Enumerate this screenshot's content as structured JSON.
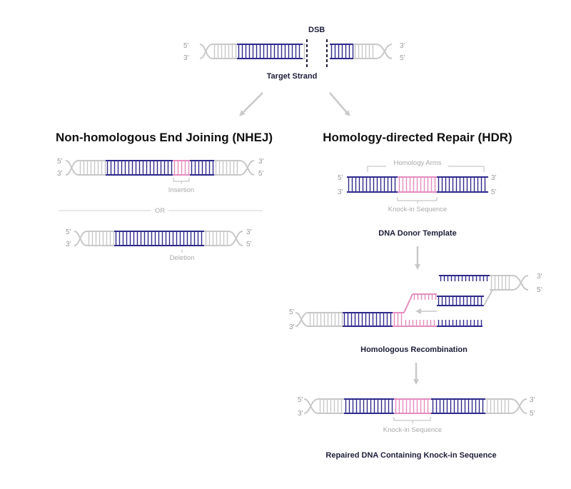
{
  "colors": {
    "blue": "#2e2a8c",
    "pink": "#e58cc0",
    "gray": "#c8c8c8",
    "arrow": "#c9c9c9",
    "text_dark": "#1d1d3a",
    "text_gray": "#a9a9a9"
  },
  "labels": {
    "prime5": "5'",
    "prime3": "3'"
  },
  "target": {
    "dsb_label": "DSB",
    "caption": "Target Strand"
  },
  "nhej": {
    "title": "Non-homologous End Joining (NHEJ)",
    "insertion_label": "Insertion",
    "or_label": "OR",
    "deletion_label": "Deletion"
  },
  "hdr": {
    "title": "Homology-directed Repair (HDR)",
    "homology_arms_label": "Homology Arms",
    "knockin_label": "Knock-in Sequence",
    "donor_caption": "DNA Donor Template",
    "recombination_caption": "Homologous Recombination",
    "repaired_knockin_label": "Knock-in Sequence",
    "repaired_caption": "Repaired DNA Containing Knock-in Sequence"
  }
}
